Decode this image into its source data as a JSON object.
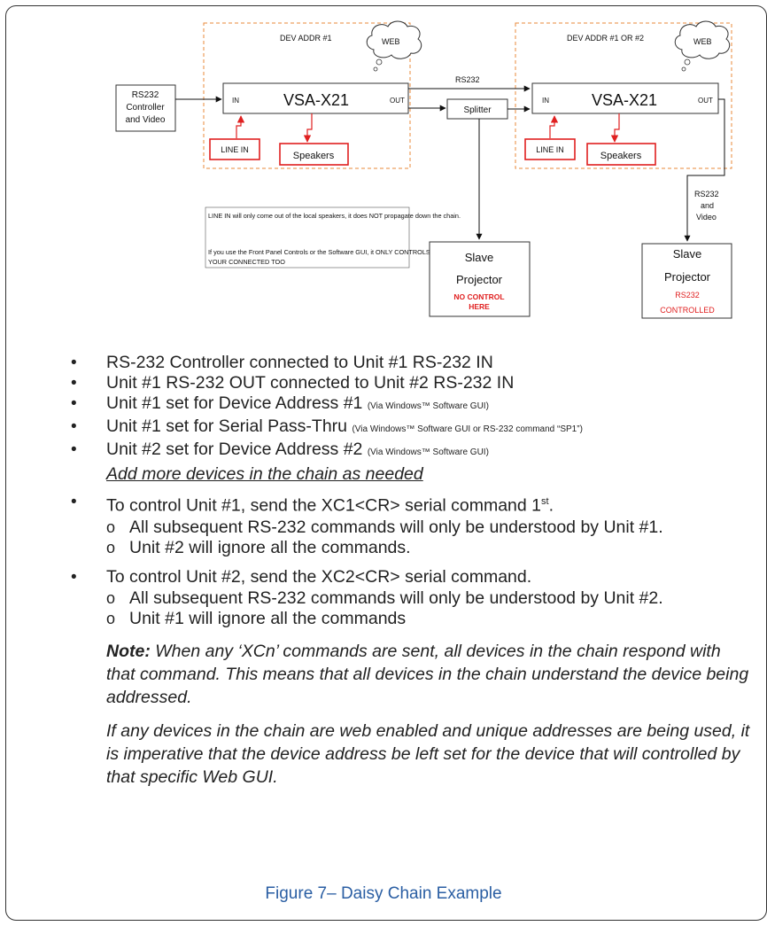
{
  "diagram": {
    "dev_addr_1": "DEV ADDR #1",
    "dev_addr_2": "DEV ADDR #1 OR #2",
    "web": "WEB",
    "rs232_controller": [
      "RS232",
      "Controller",
      "and Video"
    ],
    "vsa": "VSA-X21",
    "in": "IN",
    "out": "OUT",
    "line_in": "LINE IN",
    "speakers": "Speakers",
    "rs232_label": "RS232",
    "splitter": "Splitter",
    "rs232_video": [
      "RS232",
      "and",
      "Video"
    ],
    "note_box": {
      "line1": "LINE IN will only come out of the local speakers, it does NOT propagate down the chain.",
      "line2": "If you use the Front Panel Controls or the Software GUI, it ONLY CONTROLS THE UNIT",
      "line3": "YOUR CONNECTED TOO"
    },
    "projector_left": {
      "line1": "Slave",
      "line2": "Projector",
      "line3": "NO CONTROL",
      "line4": "HERE"
    },
    "projector_right": {
      "line1": "Slave",
      "line2": "Projector",
      "line3": "RS232",
      "line4": "CONTROLLED"
    },
    "colors": {
      "orange_dashed": "#e8883a",
      "red": "#e02020",
      "caption_blue": "#2a5ea3"
    }
  },
  "bullets": {
    "b1": "RS-232 Controller connected to Unit #1 RS-232 IN",
    "b2": "Unit #1 RS-232 OUT connected to Unit #2 RS-232 IN",
    "b3": "Unit #1 set for Device Address #1",
    "b3_small": "(Via Windows™ Software GUI)",
    "b4": "Unit #1 set for Serial Pass-Thru",
    "b4_small": "(Via Windows™ Software GUI or RS-232 command “SP1”)",
    "b5": "Unit #2 set for Device Address #2",
    "b5_small": "(Via Windows™ Software GUI)",
    "b5_under": "Add more devices in the chain as needed",
    "b6_a": "To control Unit #1, send the XC1<CR> serial command 1",
    "b6_sup": "st",
    "b6_b": ".",
    "b6_s1": "All subsequent RS-232 commands will only be understood by Unit #1.",
    "b6_s2": "Unit #2 will ignore all the commands.",
    "b7": "To control Unit #2, send the XC2<CR> serial command.",
    "b7_s1": "All subsequent RS-232 commands will only be understood by Unit #2.",
    "b7_s2": "Unit #1 will ignore all the commands",
    "note_label": "Note:",
    "note_text": " When any ‘XCn’ commands are sent, all devices in the chain respond with that command. This means that all devices in the chain understand the device being addressed.",
    "note2_text": "If any devices in the chain are web enabled and unique addresses are being used, it is imperative that the device address be left set for the device that will controlled by that specific Web GUI."
  },
  "caption": "Figure 7– Daisy Chain Example"
}
